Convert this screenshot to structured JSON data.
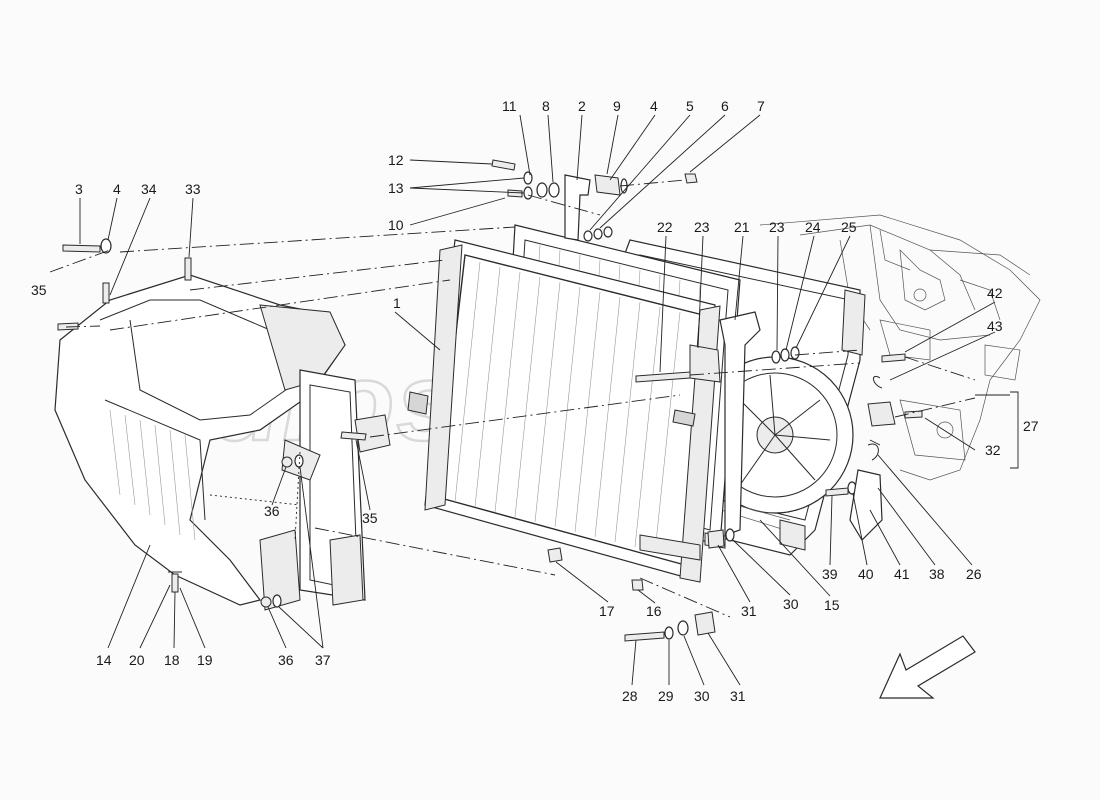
{
  "watermark": "eurospares",
  "callouts": [
    {
      "id": "c11",
      "text": "11"
    },
    {
      "id": "c8",
      "text": "8"
    },
    {
      "id": "c2",
      "text": "2"
    },
    {
      "id": "c9",
      "text": "9"
    },
    {
      "id": "c4a",
      "text": "4"
    },
    {
      "id": "c5",
      "text": "5"
    },
    {
      "id": "c6",
      "text": "6"
    },
    {
      "id": "c7",
      "text": "7"
    },
    {
      "id": "c12",
      "text": "12"
    },
    {
      "id": "c13",
      "text": "13"
    },
    {
      "id": "c10",
      "text": "10"
    },
    {
      "id": "c3",
      "text": "3"
    },
    {
      "id": "c4b",
      "text": "4"
    },
    {
      "id": "c34",
      "text": "34"
    },
    {
      "id": "c33",
      "text": "33"
    },
    {
      "id": "c35a",
      "text": "35"
    },
    {
      "id": "c1",
      "text": "1"
    },
    {
      "id": "c22",
      "text": "22"
    },
    {
      "id": "c23a",
      "text": "23"
    },
    {
      "id": "c21",
      "text": "21"
    },
    {
      "id": "c23b",
      "text": "23"
    },
    {
      "id": "c24",
      "text": "24"
    },
    {
      "id": "c25",
      "text": "25"
    },
    {
      "id": "c42",
      "text": "42"
    },
    {
      "id": "c43",
      "text": "43"
    },
    {
      "id": "c27",
      "text": "27"
    },
    {
      "id": "c32",
      "text": "32"
    },
    {
      "id": "c36a",
      "text": "36"
    },
    {
      "id": "c35b",
      "text": "35"
    },
    {
      "id": "c39",
      "text": "39"
    },
    {
      "id": "c40",
      "text": "40"
    },
    {
      "id": "c41",
      "text": "41"
    },
    {
      "id": "c38",
      "text": "38"
    },
    {
      "id": "c26",
      "text": "26"
    },
    {
      "id": "c17",
      "text": "17"
    },
    {
      "id": "c16",
      "text": "16"
    },
    {
      "id": "c31a",
      "text": "31"
    },
    {
      "id": "c30a",
      "text": "30"
    },
    {
      "id": "c15",
      "text": "15"
    },
    {
      "id": "c14",
      "text": "14"
    },
    {
      "id": "c20",
      "text": "20"
    },
    {
      "id": "c18",
      "text": "18"
    },
    {
      "id": "c19",
      "text": "19"
    },
    {
      "id": "c36b",
      "text": "36"
    },
    {
      "id": "c37",
      "text": "37"
    },
    {
      "id": "c28",
      "text": "28"
    },
    {
      "id": "c29",
      "text": "29"
    },
    {
      "id": "c30b",
      "text": "30"
    },
    {
      "id": "c31b",
      "text": "31"
    }
  ]
}
